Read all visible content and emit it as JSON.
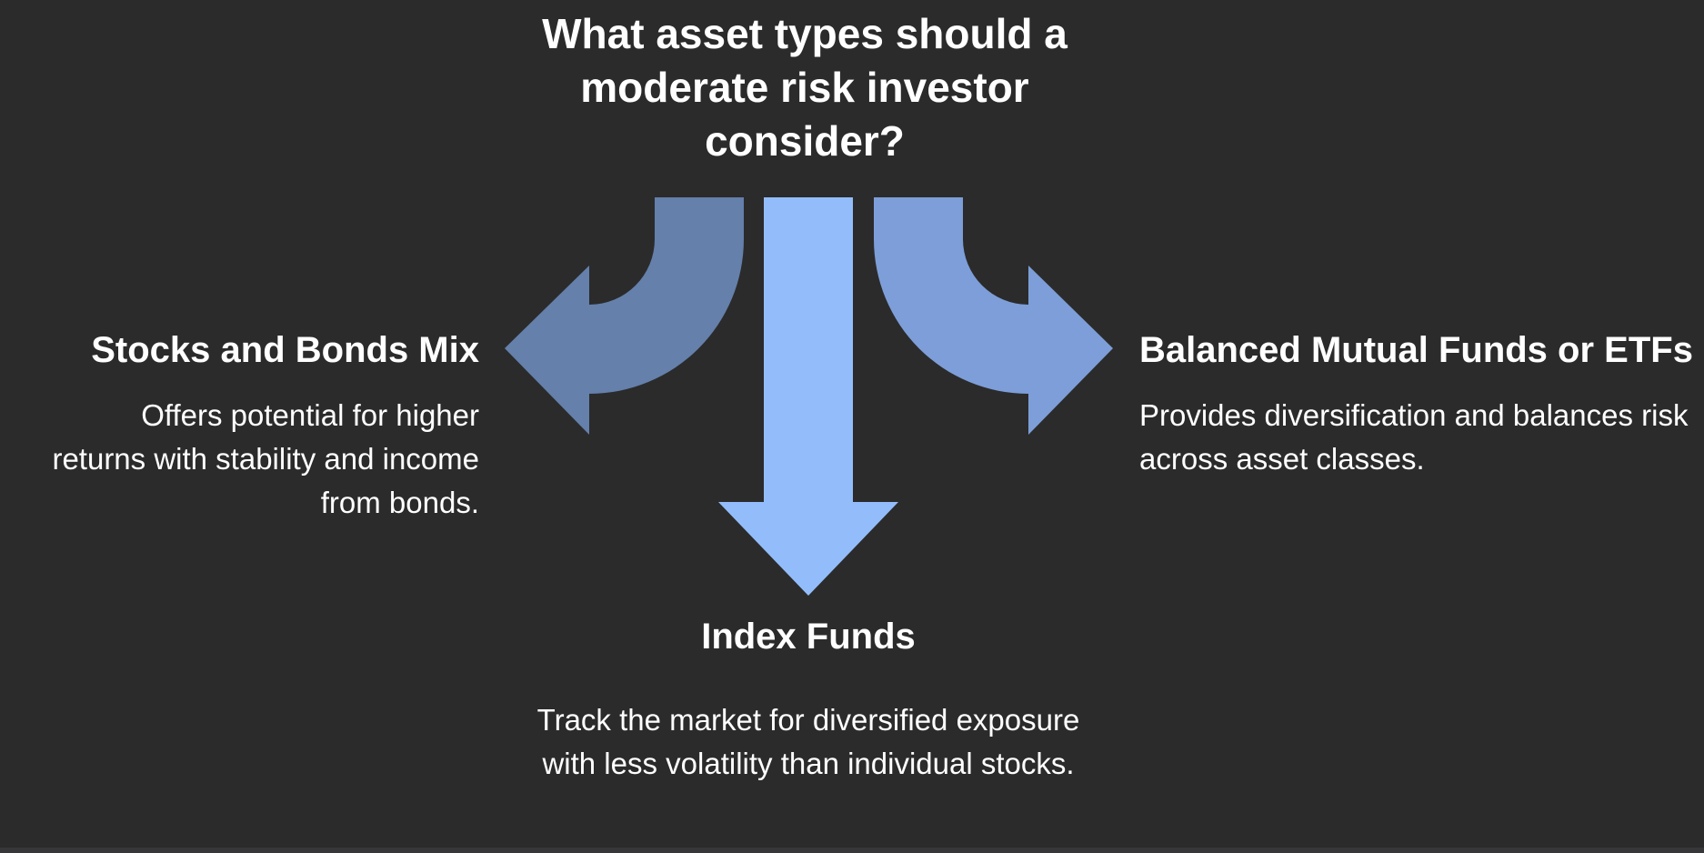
{
  "title": {
    "lines": [
      "What asset types should a",
      "moderate risk investor",
      "consider?"
    ],
    "full": "What asset types should a moderate risk investor consider?"
  },
  "colors": {
    "background": "#2b2b2b",
    "text": "#ffffff",
    "left_arrow": "#6480ab",
    "center_arrow": "#93bdfa",
    "right_arrow": "#7d9ed8",
    "bottom_strip": "#37373a"
  },
  "branches": {
    "left": {
      "heading": "Stocks and Bonds Mix",
      "description": "Offers potential for higher returns with stability and income from bonds."
    },
    "center": {
      "heading": "Index Funds",
      "description": "Track the market for diversified exposure with less volatility than individual stocks."
    },
    "right": {
      "heading": "Balanced Mutual Funds or ETFs",
      "description": "Provides diversification and balances risk across asset classes."
    }
  }
}
